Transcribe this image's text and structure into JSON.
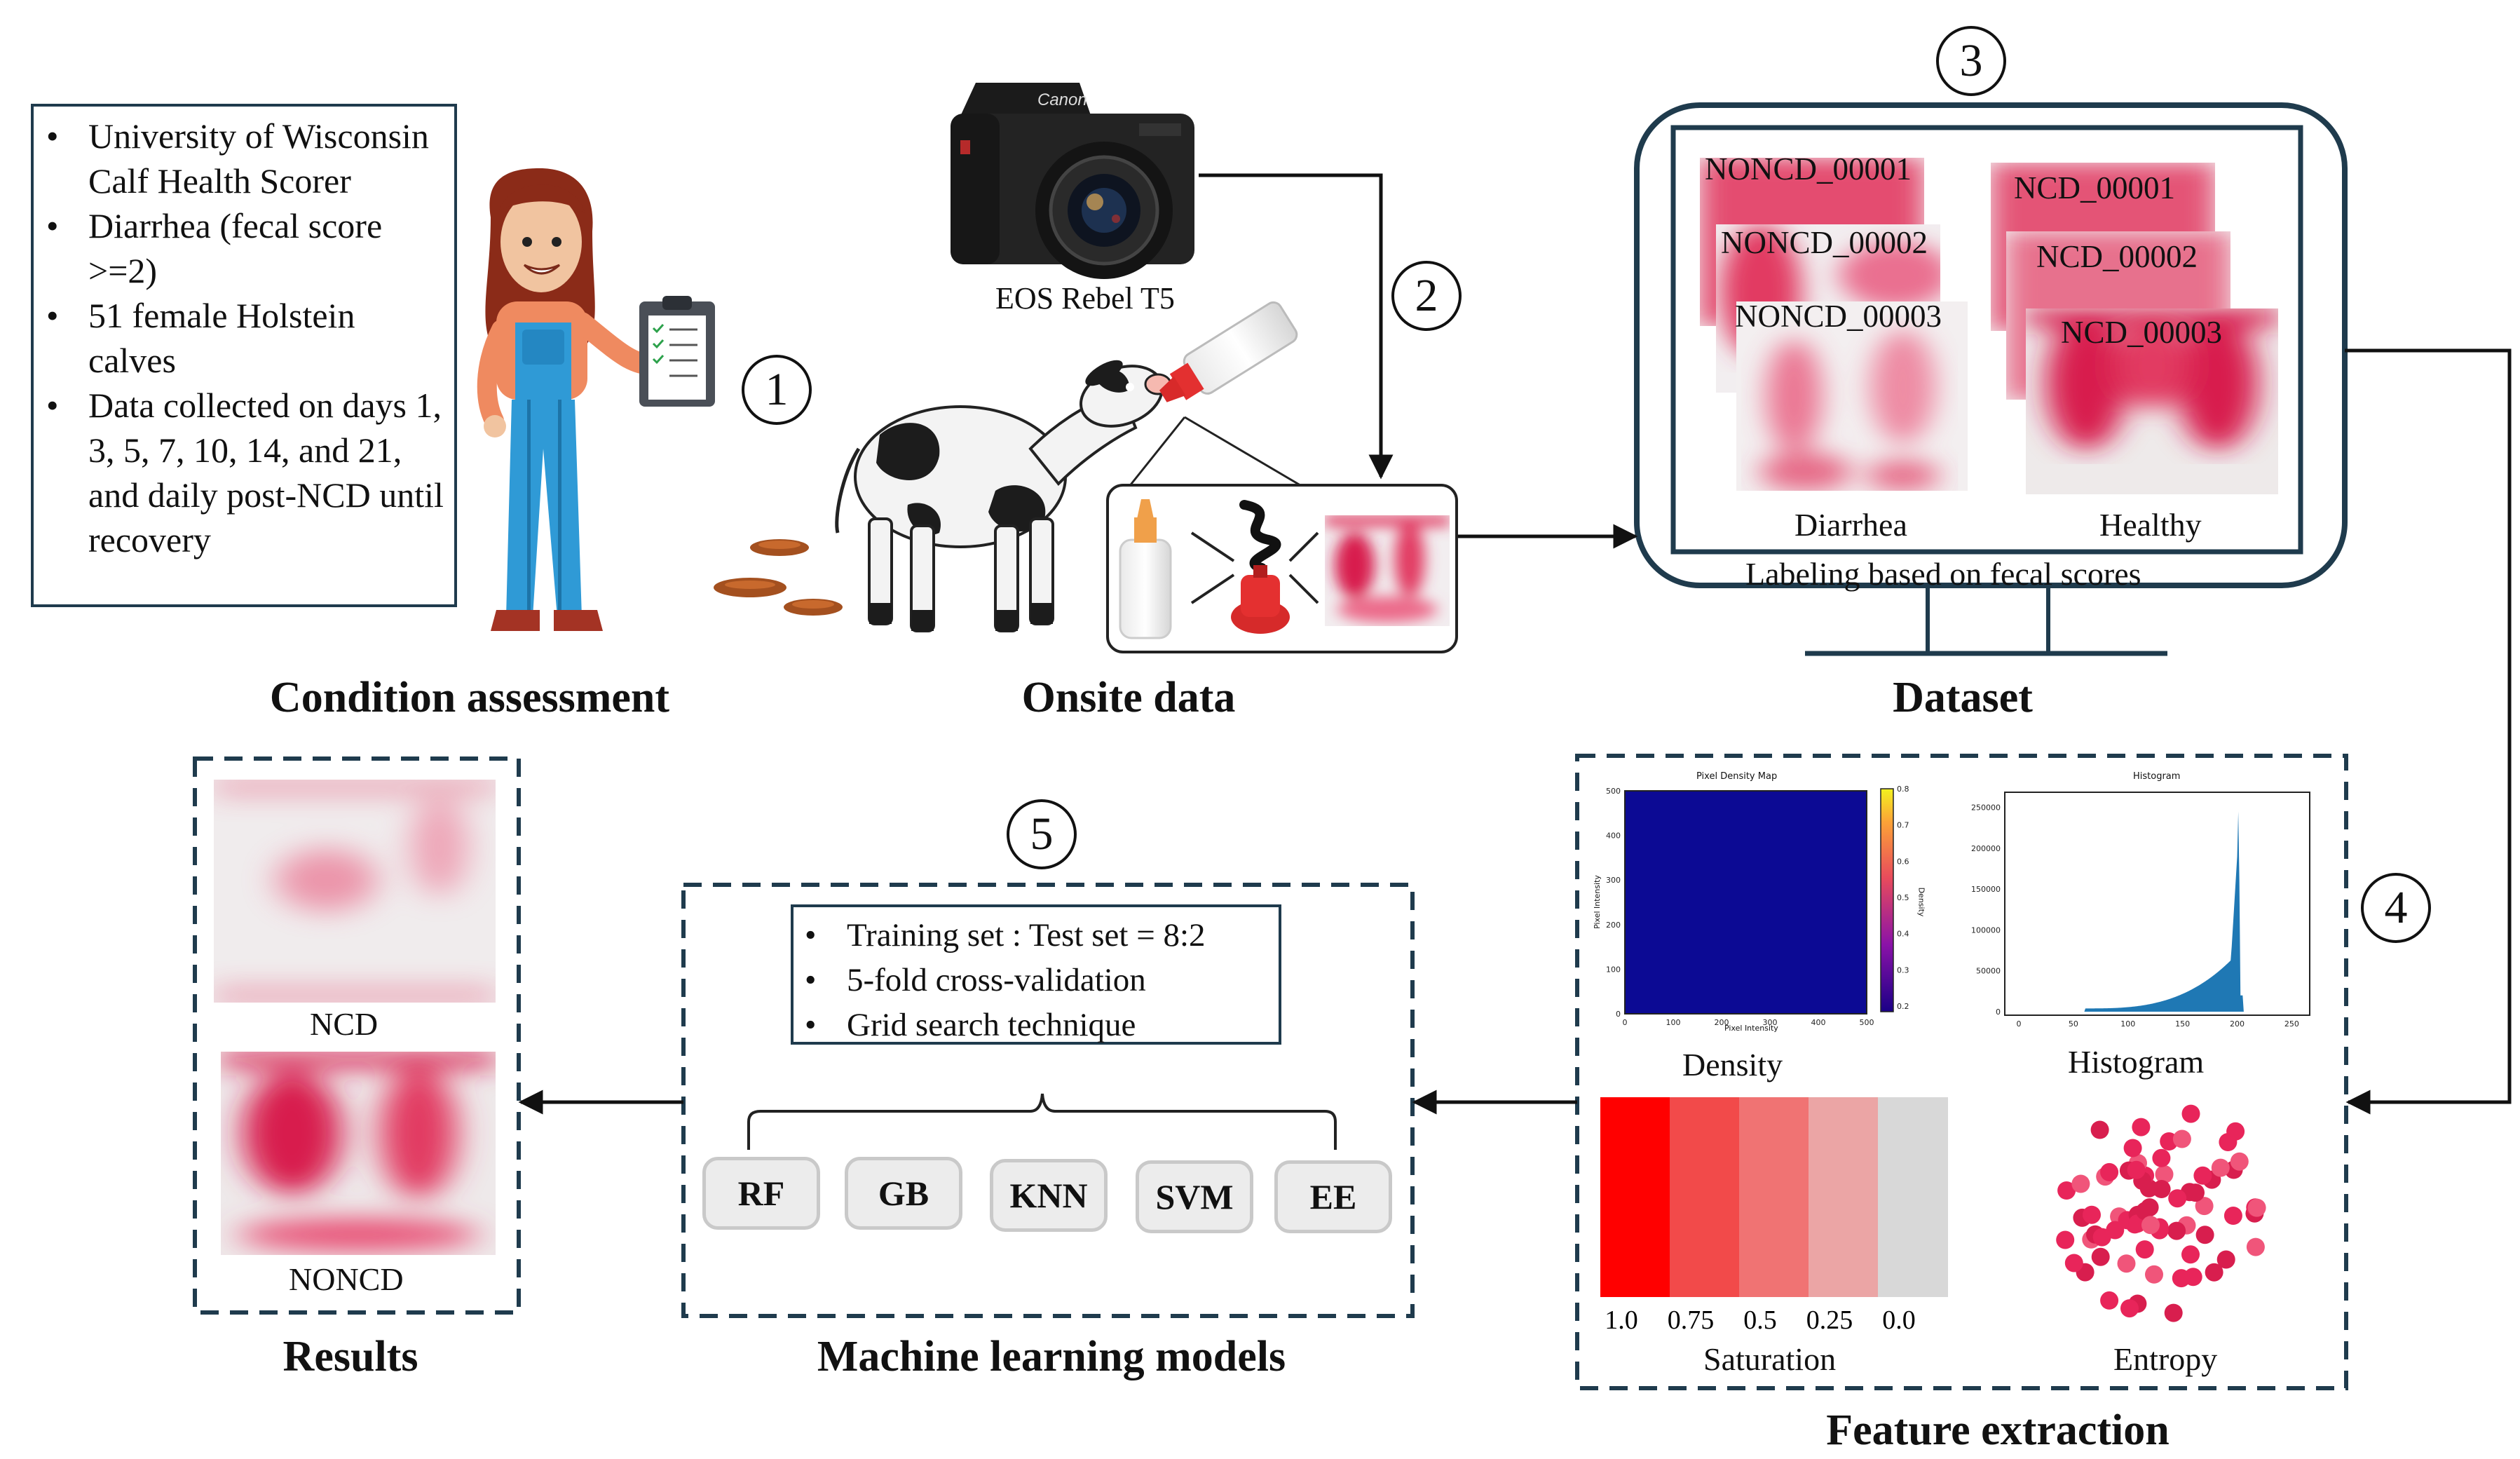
{
  "steps": [
    "1",
    "2",
    "3",
    "4",
    "5"
  ],
  "condition": {
    "title": "Condition assessment",
    "bullets": [
      "University of Wisconsin Calf Health Scorer",
      "Diarrhea (fecal score >=2)",
      "51 female Holstein calves",
      "Data collected on days 1, 3, 5, 7, 10, 14, and 21, and daily post-NCD until recovery"
    ]
  },
  "onsite": {
    "title": "Onsite data",
    "camera_label": "EOS Rebel T5",
    "camera_brand": "Canon"
  },
  "dataset": {
    "title": "Dataset",
    "diarrhea_ids": [
      "NONCD_00001",
      "NONCD_00002",
      "NONCD_00003"
    ],
    "healthy_ids": [
      "NCD_00001",
      "NCD_00002",
      "NCD_00003"
    ],
    "diarrhea_label": "Diarrhea",
    "healthy_label": "Healthy",
    "caption": "Labeling based on fecal scores"
  },
  "features": {
    "title": "Feature extraction",
    "density": {
      "chart_title": "Pixel Density Map",
      "xlabel": "Pixel Intensity",
      "ylabel": "Pixel Intensity",
      "xticks": [
        "0",
        "100",
        "200",
        "300",
        "400",
        "500"
      ],
      "yticks": [
        "500",
        "400",
        "300",
        "200",
        "100",
        "0"
      ],
      "colorbar_label": "Density",
      "colorbar_ticks": [
        "0.8",
        "0.7",
        "0.6",
        "0.5",
        "0.4",
        "0.3",
        "0.2"
      ],
      "label": "Density"
    },
    "histogram": {
      "chart_title": "Histogram",
      "xticks": [
        "0",
        "50",
        "100",
        "150",
        "200",
        "250"
      ],
      "yticks": [
        "250000",
        "200000",
        "150000",
        "100000",
        "50000",
        "0"
      ],
      "label": "Histogram"
    },
    "saturation": {
      "colors": [
        "#ff0000",
        "#f24a4a",
        "#f07373",
        "#eba5a5",
        "#d8d8d8"
      ],
      "ticks": [
        "1.0",
        "0.75",
        "0.5",
        "0.25",
        "0.0"
      ],
      "label": "Saturation"
    },
    "entropy": {
      "label": "Entropy"
    }
  },
  "ml": {
    "title": "Machine learning models",
    "bullets": [
      "Training set : Test set = 8:2",
      "5-fold cross-validation",
      "Grid search technique"
    ],
    "models": [
      "RF",
      "GB",
      "KNN",
      "SVM",
      "EE"
    ]
  },
  "results": {
    "title": "Results",
    "ncd_label": "NCD",
    "noncd_label": "NONCD"
  },
  "colors": {
    "frame": "#1f3b4d",
    "pink": "#e0204a",
    "arrow": "#111111"
  }
}
